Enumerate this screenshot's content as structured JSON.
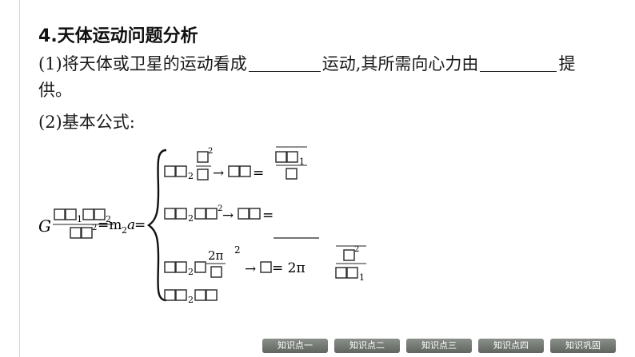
{
  "heading": {
    "number": "4",
    "title": ".天体运动问题分析"
  },
  "para1": {
    "prefix": "(1)将天体或卫星的运动看成",
    "middle": "运动,其所需向心力由",
    "suffix": "提",
    "cont": "供。"
  },
  "para2": {
    "text": "(2)基本公式:"
  },
  "formula": {
    "G": "G",
    "sub1": "1",
    "sub2": "2",
    "eq_m2a": "=m",
    "m2a_sub": "2",
    "a": "a",
    "eq2": "=",
    "sup2": "2",
    "arrow": "→",
    "eq": "=",
    "two_pi": "2π",
    "eq_two_pi": "= 2π"
  },
  "nav": [
    {
      "label": "知识点一"
    },
    {
      "label": "知识点二"
    },
    {
      "label": "知识点三"
    },
    {
      "label": "知识点四"
    },
    {
      "label": "知识巩固"
    }
  ]
}
